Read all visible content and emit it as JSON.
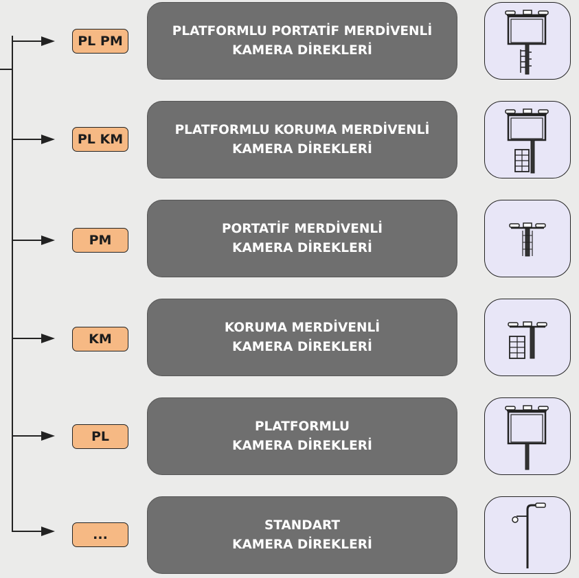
{
  "rows": [
    {
      "code": "PL PM",
      "line1": "PLATFORMLU PORTATİF MERDİVENLİ",
      "line2": "KAMERA DİREKLERİ",
      "icon": "platform-portable-ladder-pole-icon"
    },
    {
      "code": "PL KM",
      "line1": "PLATFORMLU KORUMA MERDİVENLİ",
      "line2": "KAMERA DİREKLERİ",
      "icon": "platform-cage-ladder-pole-icon"
    },
    {
      "code": "PM",
      "line1": "PORTATİF MERDİVENLİ",
      "line2": "KAMERA DİREKLERİ",
      "icon": "portable-ladder-pole-icon"
    },
    {
      "code": "KM",
      "line1": "KORUMA MERDİVENLİ",
      "line2": "KAMERA DİREKLERİ",
      "icon": "cage-ladder-pole-icon"
    },
    {
      "code": "PL",
      "line1": "PLATFORMLU",
      "line2": "KAMERA DİREKLERİ",
      "icon": "platform-pole-icon"
    },
    {
      "code": "...",
      "line1": "STANDART",
      "line2": "KAMERA DİREKLERİ",
      "icon": "standard-pole-icon"
    }
  ],
  "colors": {
    "background": "#ebebea",
    "code_fill": "#f6b984",
    "box_fill": "#6f6f6f",
    "icon_fill": "#e8e6f7",
    "line": "#222222"
  }
}
